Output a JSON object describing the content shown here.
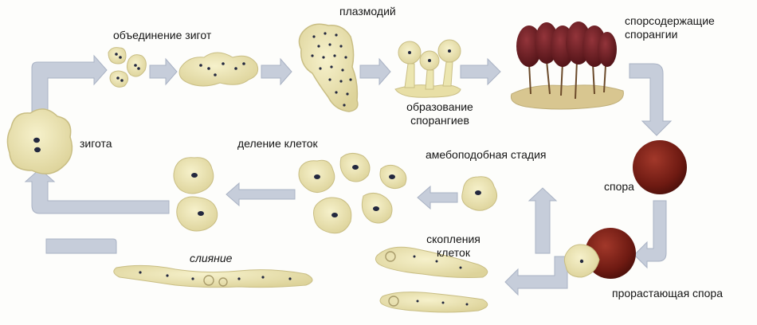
{
  "labels": {
    "zygote_fusion": "объединение зигот",
    "plasmodium": "плазмодий",
    "sporangia_formation": [
      "образование",
      "спорангиев"
    ],
    "spore_sporangia": [
      "спорсодержащие",
      "спорангии"
    ],
    "zygote": "зигота",
    "cell_division": "деление клеток",
    "amoeboid_stage": "амебоподобная стадия",
    "spore": "спора",
    "fusion": "слияние",
    "cell_clusters": [
      "скопления",
      "клеток"
    ],
    "germinating_spore": "прорастающая спора"
  },
  "colors": {
    "background": "#fdfdfb",
    "cell_fill": "#ece6b0",
    "cell_stroke": "#c9be84",
    "nucleus": "#23283f",
    "arrow": "#c6cdda",
    "arrow_stroke": "#a9b2c4",
    "spore": "#7a1c12",
    "sporangium": "#6b1b1d",
    "stalk_base": "#d8c690"
  }
}
